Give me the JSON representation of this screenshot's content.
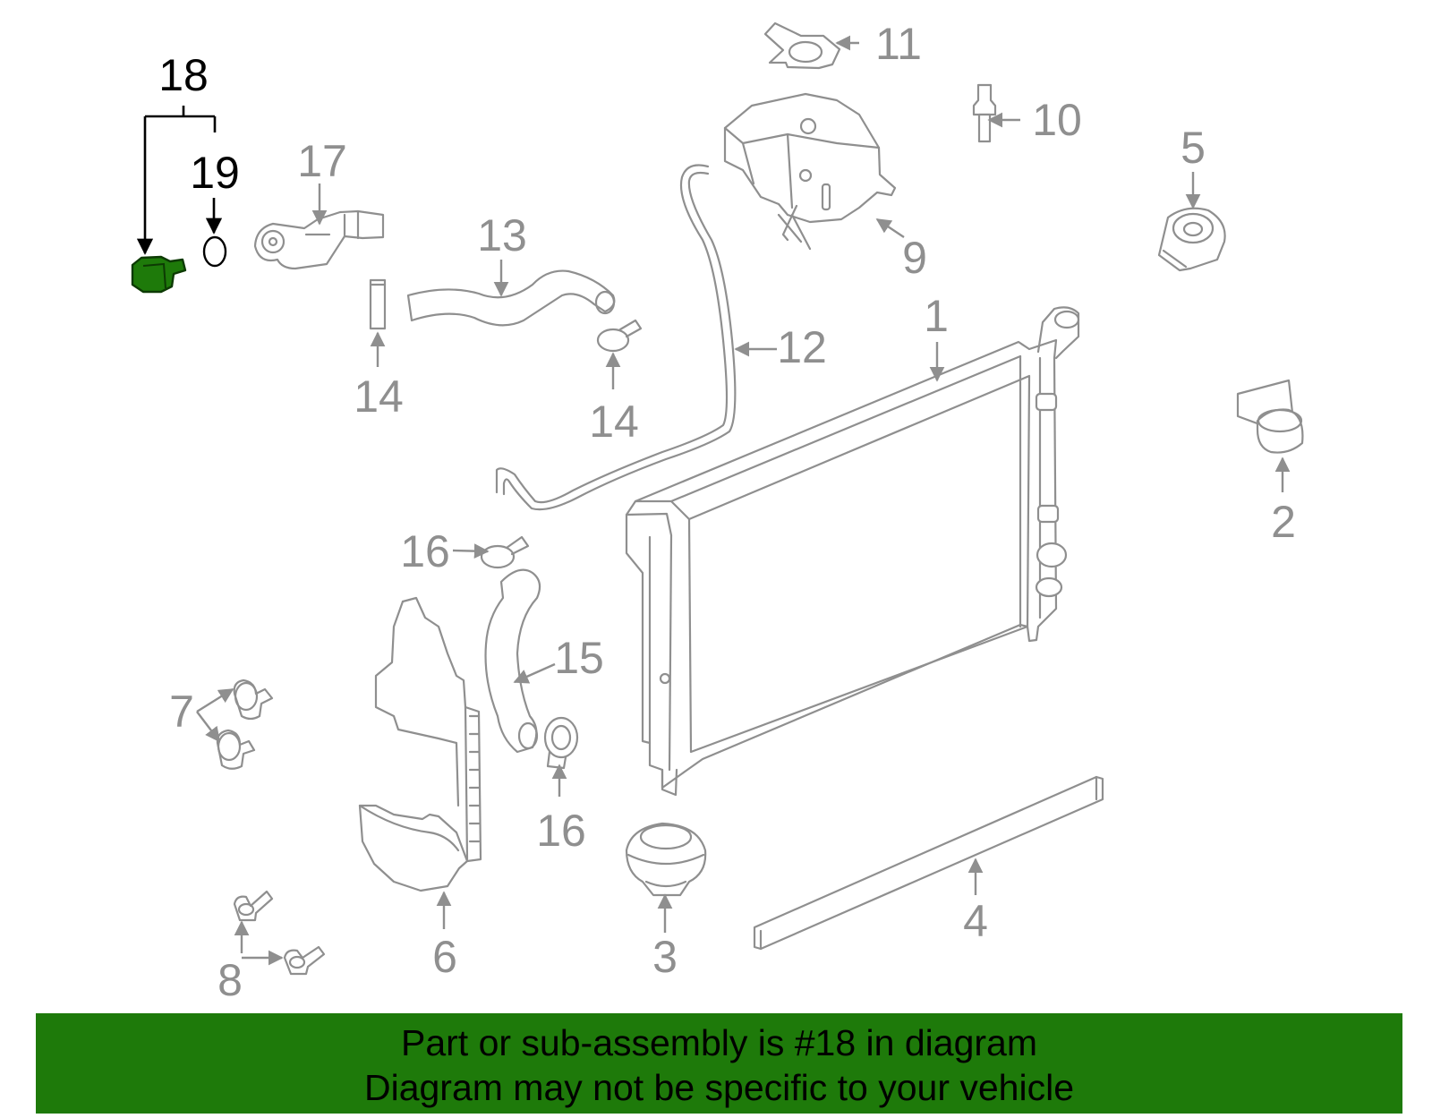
{
  "callouts": [
    "1",
    "2",
    "3",
    "4",
    "5",
    "6",
    "7",
    "8",
    "9",
    "10",
    "11",
    "12",
    "13",
    "14",
    "14",
    "15",
    "16",
    "16",
    "17",
    "18",
    "19"
  ],
  "highlight": {
    "part_number": "18",
    "color": "#1e7a0a"
  },
  "banner": {
    "line1": "Part or sub-assembly is #18 in diagram",
    "line2": "Diagram may not be specific to your vehicle",
    "background": "#1e7a0a"
  },
  "colors": {
    "parts": "#8f8f8f",
    "highlight": "#1e7a0a",
    "text_dark": "#000000"
  }
}
